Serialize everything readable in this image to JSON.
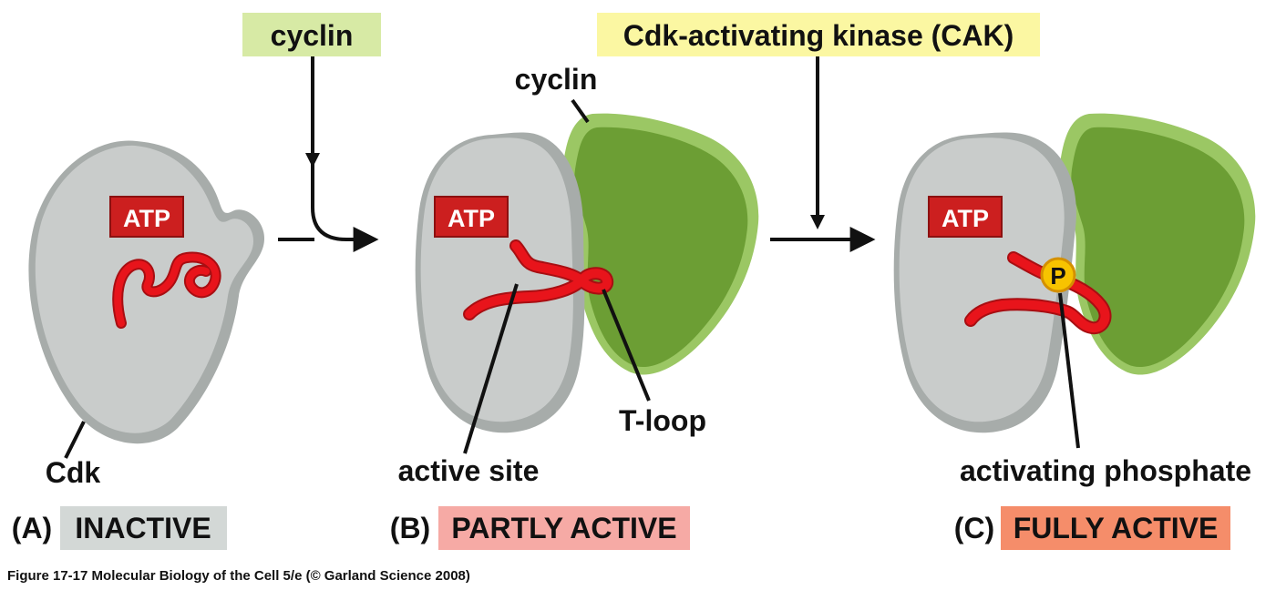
{
  "inputs": {
    "cyclin": "cyclin",
    "cak": "Cdk-activating kinase (CAK)"
  },
  "labels": {
    "cdk": "Cdk",
    "cyclin": "cyclin",
    "atp": "ATP",
    "active_site": "active site",
    "t_loop": "T-loop",
    "activating_phosphate": "activating phosphate",
    "phosphate_symbol": "P"
  },
  "states": {
    "a": {
      "letter": "(A)",
      "status": "INACTIVE"
    },
    "b": {
      "letter": "(B)",
      "status": "PARTLY ACTIVE"
    },
    "c": {
      "letter": "(C)",
      "status": "FULLY ACTIVE"
    }
  },
  "caption": "Figure 17-17  Molecular Biology of the Cell 5/e (© Garland Science 2008)",
  "colors": {
    "cdk_face": "#c9cccb",
    "cdk_edge": "#a7acaa",
    "cyclin_face": "#6c9e34",
    "cyclin_edge": "#9bc764",
    "loop": "#e8141b",
    "atp_box": "#cc1f1f",
    "phosphate": "#f7c300",
    "inactive_badge": "#d3d8d6",
    "partly_badge": "#f6aaa5",
    "fully_badge": "#f58d6a",
    "cyclin_input_bg": "#d7eaa5",
    "cak_input_bg": "#fbf7a2"
  }
}
